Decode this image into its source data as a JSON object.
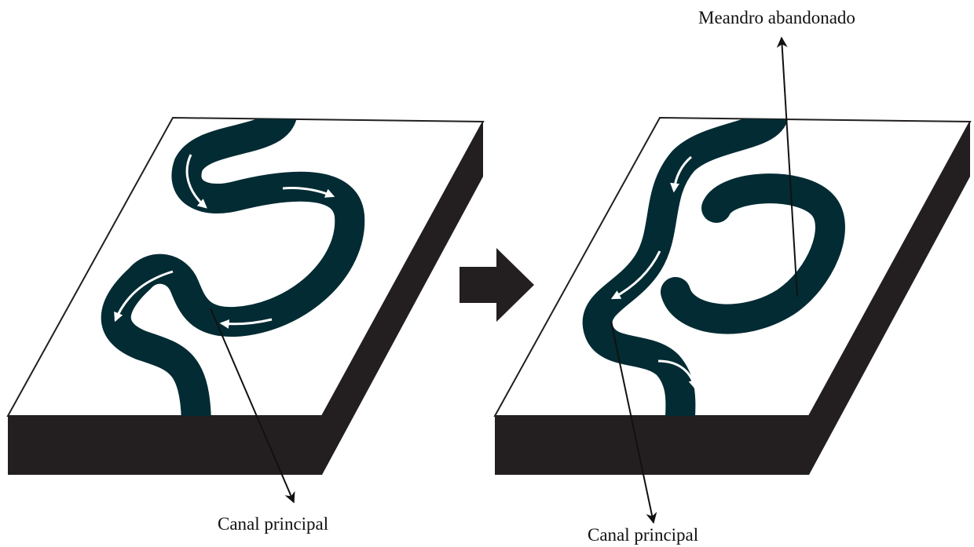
{
  "labels": {
    "canal_left": "Canal principal",
    "canal_right": "Canal principal",
    "oxbow": "Meandro abandonado"
  },
  "colors": {
    "river": "#032b33",
    "block": "#231f20",
    "surface": "#ffffff",
    "flow_arrow": "#ffffff",
    "leader": "#111111"
  },
  "icons": {
    "transition": "right-arrow-icon"
  }
}
